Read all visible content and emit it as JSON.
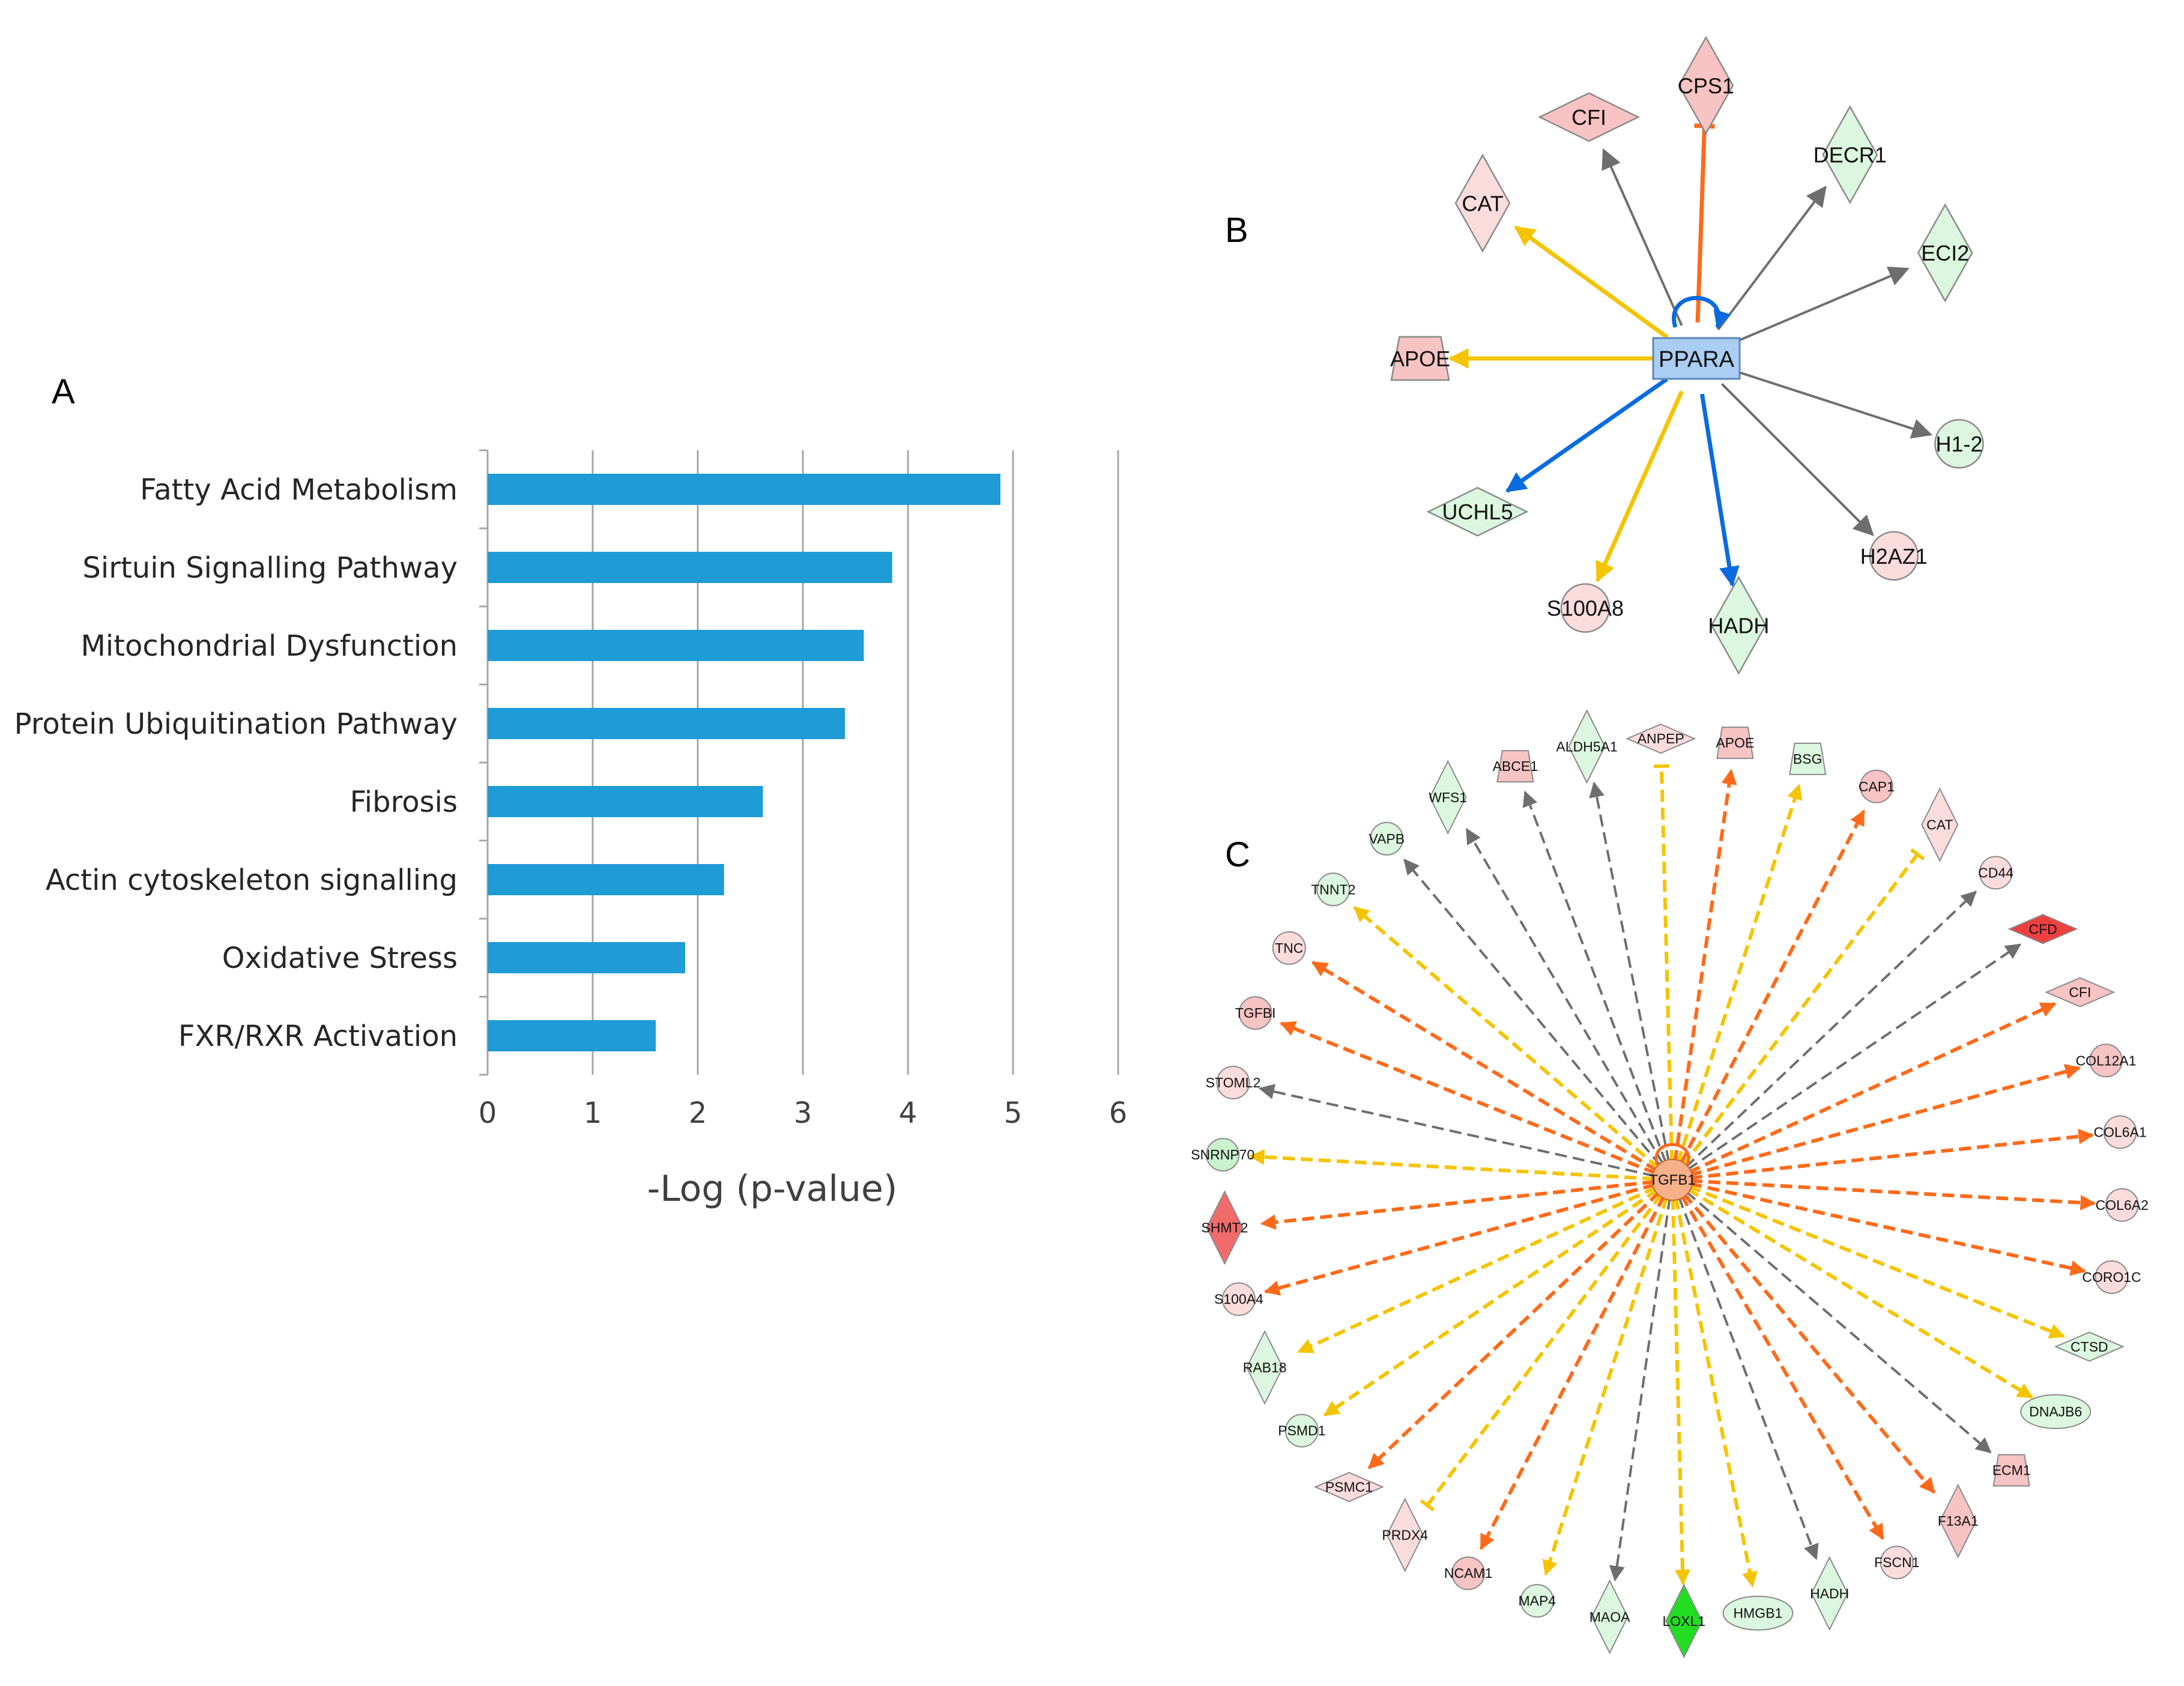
{
  "panels": {
    "a": "A",
    "b": "B",
    "c": "C"
  },
  "chart_data": [
    {
      "type": "bar",
      "orientation": "horizontal",
      "categories": [
        "Fatty Acid Metabolism",
        "Sirtuin Signalling Pathway",
        "Mitochondrial Dysfunction",
        "Protein Ubiquitination Pathway",
        "Fibrosis",
        "Actin cytoskeleton signalling",
        "Oxidative Stress",
        "FXR/RXR Activation"
      ],
      "values": [
        4.88,
        3.85,
        3.58,
        3.4,
        2.62,
        2.25,
        1.88,
        1.6
      ],
      "xlabel": "-Log (p-value)",
      "ylabel": "",
      "xlim": [
        0,
        6
      ],
      "xticks": [
        "0",
        "1",
        "2",
        "3",
        "4",
        "5",
        "6"
      ],
      "grid": true,
      "bar_color": "#1f9bd6"
    }
  ],
  "networks": {
    "b": {
      "hub": "PPARA",
      "nodes": [
        {
          "label": "CPS1",
          "shape": "diamond",
          "fill": "#f7c3c3",
          "edge": "inhibit",
          "color": "#ff6a1a"
        },
        {
          "label": "CFI",
          "shape": "hdiamond",
          "fill": "#f7c3c3",
          "edge": "arrow",
          "color": "#6e6e6e"
        },
        {
          "label": "DECR1",
          "shape": "diamond",
          "fill": "#dcf7df",
          "edge": "arrow",
          "color": "#6e6e6e"
        },
        {
          "label": "CAT",
          "shape": "diamond",
          "fill": "#fbdcdc",
          "edge": "arrow",
          "color": "#f5c400"
        },
        {
          "label": "ECI2",
          "shape": "diamond",
          "fill": "#dcf7df",
          "edge": "arrow",
          "color": "#6e6e6e"
        },
        {
          "label": "APOE",
          "shape": "trapezoid",
          "fill": "#f7c3c3",
          "edge": "arrow",
          "color": "#f5c400"
        },
        {
          "label": "H1-2",
          "shape": "circle",
          "fill": "#dcf7df",
          "edge": "arrow",
          "color": "#6e6e6e"
        },
        {
          "label": "UCHL5",
          "shape": "hdiamond",
          "fill": "#dcf7df",
          "edge": "arrow",
          "color": "#0a6be0"
        },
        {
          "label": "H2AZ1",
          "shape": "circle",
          "fill": "#fbdcdc",
          "edge": "arrow",
          "color": "#6e6e6e"
        },
        {
          "label": "S100A8",
          "shape": "circle",
          "fill": "#fbdcdc",
          "edge": "arrow",
          "color": "#f5c400"
        },
        {
          "label": "HADH",
          "shape": "diamond",
          "fill": "#dcf7df",
          "edge": "arrow",
          "color": "#0a6be0"
        }
      ]
    },
    "c": {
      "hub": "TGFB1",
      "nodes": [
        {
          "label": "APOE",
          "shape": "trapezoid",
          "fill": "#f7c3c3",
          "color": "#ff6a1a",
          "edge": "arrow"
        },
        {
          "label": "BSG",
          "shape": "trapezoid",
          "fill": "#dcf7df",
          "color": "#f5c400",
          "edge": "arrow"
        },
        {
          "label": "CAP1",
          "shape": "circle",
          "fill": "#f7c3c3",
          "color": "#ff6a1a",
          "edge": "arrow"
        },
        {
          "label": "CAT",
          "shape": "diamond",
          "fill": "#fbdcdc",
          "color": "#f5c400",
          "edge": "inhibit"
        },
        {
          "label": "CD44",
          "shape": "circle",
          "fill": "#fbdcdc",
          "color": "#6e6e6e",
          "edge": "arrow"
        },
        {
          "label": "CFD",
          "shape": "hdiamond",
          "fill": "#ef4040",
          "color": "#6e6e6e",
          "edge": "arrow"
        },
        {
          "label": "CFI",
          "shape": "hdiamond",
          "fill": "#f7c3c3",
          "color": "#ff6a1a",
          "edge": "arrow"
        },
        {
          "label": "COL12A1",
          "shape": "circle",
          "fill": "#f7c3c3",
          "color": "#ff6a1a",
          "edge": "arrow"
        },
        {
          "label": "COL6A1",
          "shape": "circle",
          "fill": "#fbdcdc",
          "color": "#ff6a1a",
          "edge": "arrow"
        },
        {
          "label": "COL6A2",
          "shape": "circle",
          "fill": "#fbdcdc",
          "color": "#ff6a1a",
          "edge": "arrow"
        },
        {
          "label": "CORO1C",
          "shape": "circle",
          "fill": "#fbdcdc",
          "color": "#ff6a1a",
          "edge": "arrow"
        },
        {
          "label": "CTSD",
          "shape": "hdiamond",
          "fill": "#dcf7df",
          "color": "#f5c400",
          "edge": "arrow"
        },
        {
          "label": "DNAJB6",
          "shape": "ellipse",
          "fill": "#dcf7df",
          "color": "#f5c400",
          "edge": "arrow"
        },
        {
          "label": "ECM1",
          "shape": "trapezoid",
          "fill": "#f7c3c3",
          "color": "#6e6e6e",
          "edge": "arrow"
        },
        {
          "label": "F13A1",
          "shape": "diamond",
          "fill": "#f7c3c3",
          "color": "#ff6a1a",
          "edge": "arrow"
        },
        {
          "label": "FSCN1",
          "shape": "circle",
          "fill": "#fbdcdc",
          "color": "#ff6a1a",
          "edge": "arrow"
        },
        {
          "label": "HADH",
          "shape": "diamond",
          "fill": "#dcf7df",
          "color": "#6e6e6e",
          "edge": "arrow"
        },
        {
          "label": "HMGB1",
          "shape": "ellipse",
          "fill": "#dcf7df",
          "color": "#f5c400",
          "edge": "arrow"
        },
        {
          "label": "LOXL1",
          "shape": "diamond",
          "fill": "#22dd22",
          "color": "#f5c400",
          "edge": "arrow"
        },
        {
          "label": "MAOA",
          "shape": "diamond",
          "fill": "#dcf7df",
          "color": "#6e6e6e",
          "edge": "arrow"
        },
        {
          "label": "MAP4",
          "shape": "circle",
          "fill": "#dcf7df",
          "color": "#f5c400",
          "edge": "arrow"
        },
        {
          "label": "NCAM1",
          "shape": "circle",
          "fill": "#f7c3c3",
          "color": "#ff6a1a",
          "edge": "arrow"
        },
        {
          "label": "PRDX4",
          "shape": "diamond",
          "fill": "#fbdcdc",
          "color": "#f5c400",
          "edge": "inhibit"
        },
        {
          "label": "PSMC1",
          "shape": "hdiamond",
          "fill": "#fbdcdc",
          "color": "#ff6a1a",
          "edge": "arrow"
        },
        {
          "label": "PSMD1",
          "shape": "circle",
          "fill": "#dcf7df",
          "color": "#f5c400",
          "edge": "arrow"
        },
        {
          "label": "RAB18",
          "shape": "diamond",
          "fill": "#dcf7df",
          "color": "#f5c400",
          "edge": "arrow"
        },
        {
          "label": "S100A4",
          "shape": "circle",
          "fill": "#fbdcdc",
          "color": "#ff6a1a",
          "edge": "arrow"
        },
        {
          "label": "SHMT2",
          "shape": "diamond",
          "fill": "#f26b6b",
          "color": "#ff6a1a",
          "edge": "arrow"
        },
        {
          "label": "SNRNP70",
          "shape": "circle",
          "fill": "#c9f2cd",
          "color": "#f5c400",
          "edge": "arrow"
        },
        {
          "label": "STOML2",
          "shape": "circle",
          "fill": "#fbdcdc",
          "color": "#6e6e6e",
          "edge": "arrow"
        },
        {
          "label": "TGFBI",
          "shape": "circle",
          "fill": "#f7c3c3",
          "color": "#ff6a1a",
          "edge": "arrow"
        },
        {
          "label": "TNC",
          "shape": "circle",
          "fill": "#fbdcdc",
          "color": "#ff6a1a",
          "edge": "arrow"
        },
        {
          "label": "TNNT2",
          "shape": "circle",
          "fill": "#dcf7df",
          "color": "#f5c400",
          "edge": "arrow"
        },
        {
          "label": "VAPB",
          "shape": "circle",
          "fill": "#dcf7df",
          "color": "#6e6e6e",
          "edge": "arrow"
        },
        {
          "label": "WFS1",
          "shape": "diamond",
          "fill": "#dcf7df",
          "color": "#6e6e6e",
          "edge": "arrow"
        },
        {
          "label": "ABCE1",
          "shape": "trapezoid",
          "fill": "#f7c3c3",
          "color": "#6e6e6e",
          "edge": "arrow"
        },
        {
          "label": "ALDH5A1",
          "shape": "diamond",
          "fill": "#dcf7df",
          "color": "#6e6e6e",
          "edge": "arrow"
        },
        {
          "label": "ANPEP",
          "shape": "hdiamond",
          "fill": "#fbdcdc",
          "color": "#f5c400",
          "edge": "inhibit"
        }
      ]
    }
  }
}
